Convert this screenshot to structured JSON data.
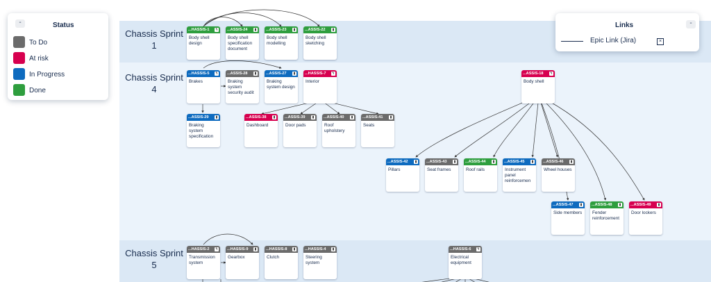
{
  "colors": {
    "todo": "#6b6b6b",
    "at_risk": "#d7004f",
    "in_progress": "#0e6bbf",
    "done": "#2e9e3e"
  },
  "status_panel": {
    "collapse_label": "-",
    "title": "Status",
    "items": [
      {
        "label": "To Do",
        "color": "#6b6b6b"
      },
      {
        "label": "At risk",
        "color": "#d7004f"
      },
      {
        "label": "In Progress",
        "color": "#0e6bbf"
      },
      {
        "label": "Done",
        "color": "#2e9e3e"
      }
    ]
  },
  "links_panel": {
    "collapse_label": "-",
    "title": "Links",
    "items": [
      {
        "label": "Epic Link (Jira)",
        "close_icon": "close-box-icon",
        "close_glyph": "×"
      }
    ]
  },
  "lanes": [
    {
      "label": "Chassis Sprint 1"
    },
    {
      "label_line1": "Chassis Sprint",
      "label_line2": "4"
    },
    {
      "label_line1": "Chassis Sprint",
      "label_line2": "5"
    }
  ],
  "cards": {
    "c1": {
      "key": "...HASSIS-1",
      "title": "Body shell design",
      "status": "done",
      "icon": "lightning-icon"
    },
    "c24": {
      "key": "...ASSIS-24",
      "title": "Body shell specification document",
      "status": "done",
      "icon": "bookmark-icon"
    },
    "c23": {
      "key": "...ASSIS-23",
      "title": "Body shell modelling",
      "status": "done",
      "icon": "bookmark-icon"
    },
    "c22": {
      "key": "...ASSIS-22",
      "title": "Body shell sketching",
      "status": "done",
      "icon": "bookmark-icon"
    },
    "c5": {
      "key": "...HASSIS-5",
      "title": "Brakes",
      "status": "prog",
      "icon": "lightning-icon"
    },
    "c28": {
      "key": "...ASSIS-28",
      "title": "Braking system security audit",
      "status": "todo",
      "icon": "bookmark-icon"
    },
    "c27": {
      "key": "...ASSIS-27",
      "title": "Braking system design",
      "status": "prog",
      "icon": "bookmark-icon"
    },
    "c7": {
      "key": "...HASSIS-7",
      "title": "Interior",
      "status": "risk",
      "icon": "lightning-icon"
    },
    "c18": {
      "key": "...ASSIS-18",
      "title": "Body shell",
      "status": "risk",
      "icon": "lightning-icon"
    },
    "c29": {
      "key": "...ASSIS-29",
      "title": "Braking system specification",
      "status": "prog",
      "icon": "bookmark-icon"
    },
    "c38": {
      "key": "...ASSIS-38",
      "title": "Dashboard",
      "status": "risk",
      "icon": "bookmark-icon"
    },
    "c39": {
      "key": "...ASSIS-39",
      "title": "Door pads",
      "status": "todo",
      "icon": "bookmark-icon"
    },
    "c40": {
      "key": "...ASSIS-40",
      "title": "Roof upholstery",
      "status": "todo",
      "icon": "bookmark-icon"
    },
    "c41": {
      "key": "...ASSIS-41",
      "title": "Seats",
      "status": "todo",
      "icon": "bookmark-icon"
    },
    "c42": {
      "key": "...ASSIS-42",
      "title": "Pillars",
      "status": "prog",
      "icon": "bookmark-icon"
    },
    "c43": {
      "key": "...ASSIS-43",
      "title": "Seat frames",
      "status": "todo",
      "icon": "bookmark-icon"
    },
    "c44": {
      "key": "...ASSIS-44",
      "title": "Roof rails",
      "status": "done",
      "icon": "bookmark-icon"
    },
    "c45": {
      "key": "...ASSIS-45",
      "title": "Instrument panel reinforcemen",
      "status": "prog",
      "icon": "bookmark-icon"
    },
    "c46": {
      "key": "...ASSIS-46",
      "title": "Wheel houses",
      "status": "todo",
      "icon": "bookmark-icon"
    },
    "c47": {
      "key": "...ASSIS-47",
      "title": "Side members",
      "status": "prog",
      "icon": "bookmark-icon"
    },
    "c48": {
      "key": "...ASSIS-48",
      "title": "Fender reinforcement",
      "status": "done",
      "icon": "bookmark-icon"
    },
    "c49": {
      "key": "...ASSIS-49",
      "title": "Door lockers",
      "status": "risk",
      "icon": "bookmark-icon"
    },
    "c2": {
      "key": "...HASSIS-2",
      "title": "Transmission system",
      "status": "todo",
      "icon": "lightning-icon"
    },
    "c9": {
      "key": "...HASSIS-9",
      "title": "Gearbox",
      "status": "todo",
      "icon": "bookmark-icon"
    },
    "c8": {
      "key": "...HASSIS-8",
      "title": "Clutch",
      "status": "todo",
      "icon": "bookmark-icon"
    },
    "c4": {
      "key": "...HASSIS-4",
      "title": "Steering system",
      "status": "todo",
      "icon": "bookmark-icon"
    },
    "c6": {
      "key": "...HASSIS-6",
      "title": "Electrical equipment",
      "status": "todo",
      "icon": "lightning-icon"
    }
  }
}
